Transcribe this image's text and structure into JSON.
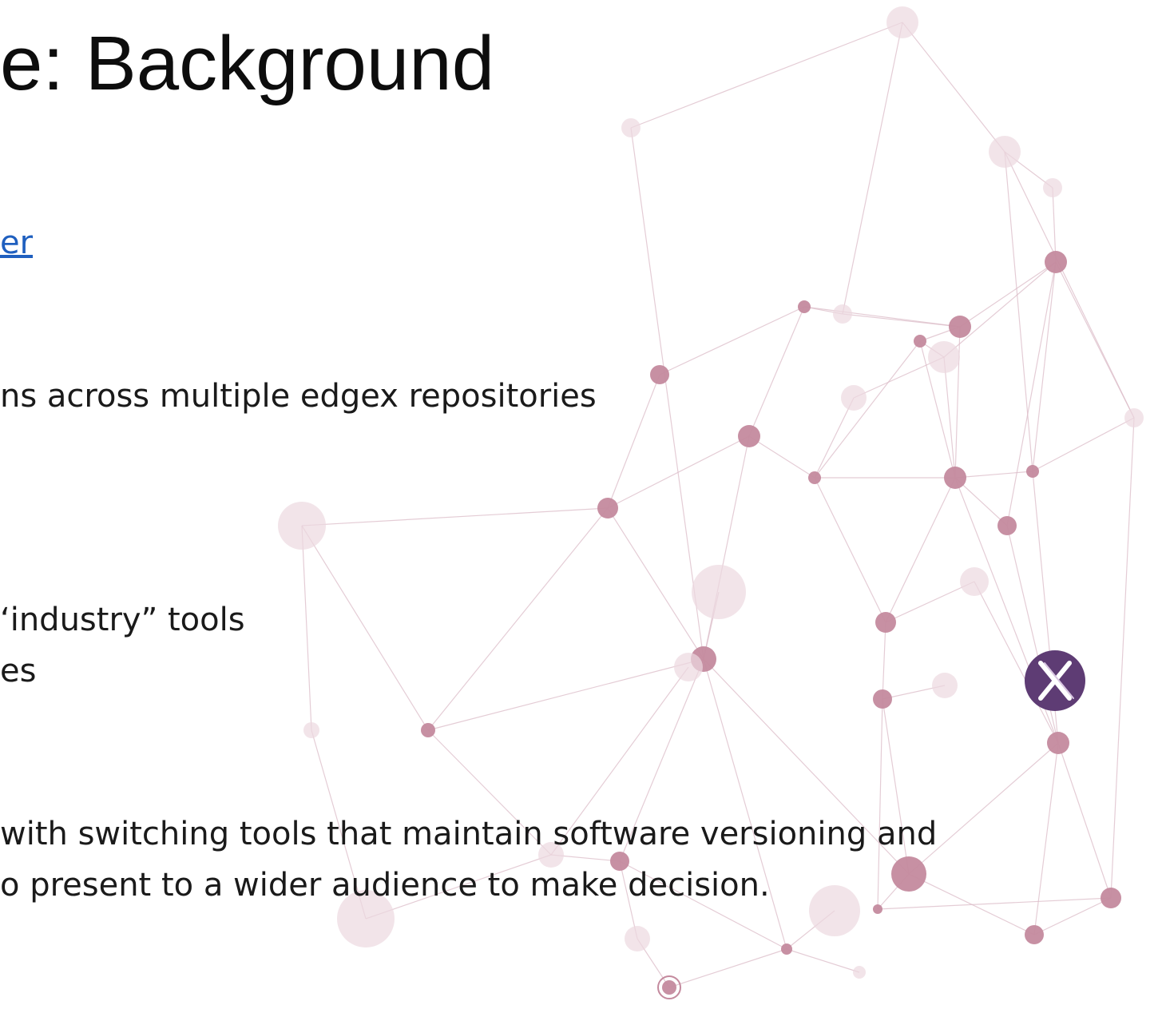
{
  "slide": {
    "title": "e: Background",
    "link_text": "er",
    "lines": [
      "ns across multiple edgex repositories",
      "‘industry” tools",
      "es",
      " with switching tools that maintain software versioning and",
      "o present to a wider audience to make decision."
    ]
  },
  "logo": {
    "name": "x-logo-icon",
    "color": "#5e3c74"
  },
  "colors": {
    "node": "#c48a9e",
    "node_light": "#ecd8df",
    "edge": "#dcbcc8"
  }
}
